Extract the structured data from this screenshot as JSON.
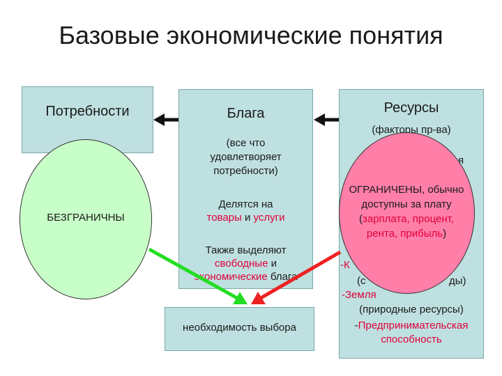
{
  "title": "Базовые экономические понятия",
  "needs": {
    "label": "Потребности",
    "oval": "БЕЗГРАНИЧНЫ"
  },
  "goods": {
    "label": "Блага",
    "note": "(все что удовлетворяет потребности)",
    "split_pre": "Делятся на",
    "split_a": "товары",
    "split_and": "и",
    "split_b": "услуги",
    "also_pre": "Также выделяют",
    "also_a": "свободные",
    "also_and": "и",
    "also_b": "экономические",
    "also_post": "блага"
  },
  "choice": {
    "label": "необходимость выбора"
  },
  "resources": {
    "label": "Ресурсы",
    "sub": "(факторы пр-ва)",
    "oval_pre": "ОГРАНИЧЕНЫ, обычно доступны за плату (",
    "oval_red": "зарплата, процент, рента, прибыль",
    "oval_post": ")",
    "list_capital_dash": "-К",
    "list_capital_note_l": "(с",
    "list_capital_note_r": "ды)",
    "list_land": "-Земля",
    "list_land_note": "(природные ресурсы)",
    "list_ent_dash": "-",
    "list_ent": "Предпринимательская способность",
    "list_top_frag": "я"
  },
  "colors": {
    "accent": "#e0003a",
    "box": "#bfe0e0",
    "green": "#22dd22",
    "pink": "#ff7fa8",
    "ellipse_green": "#c8ffc8"
  }
}
